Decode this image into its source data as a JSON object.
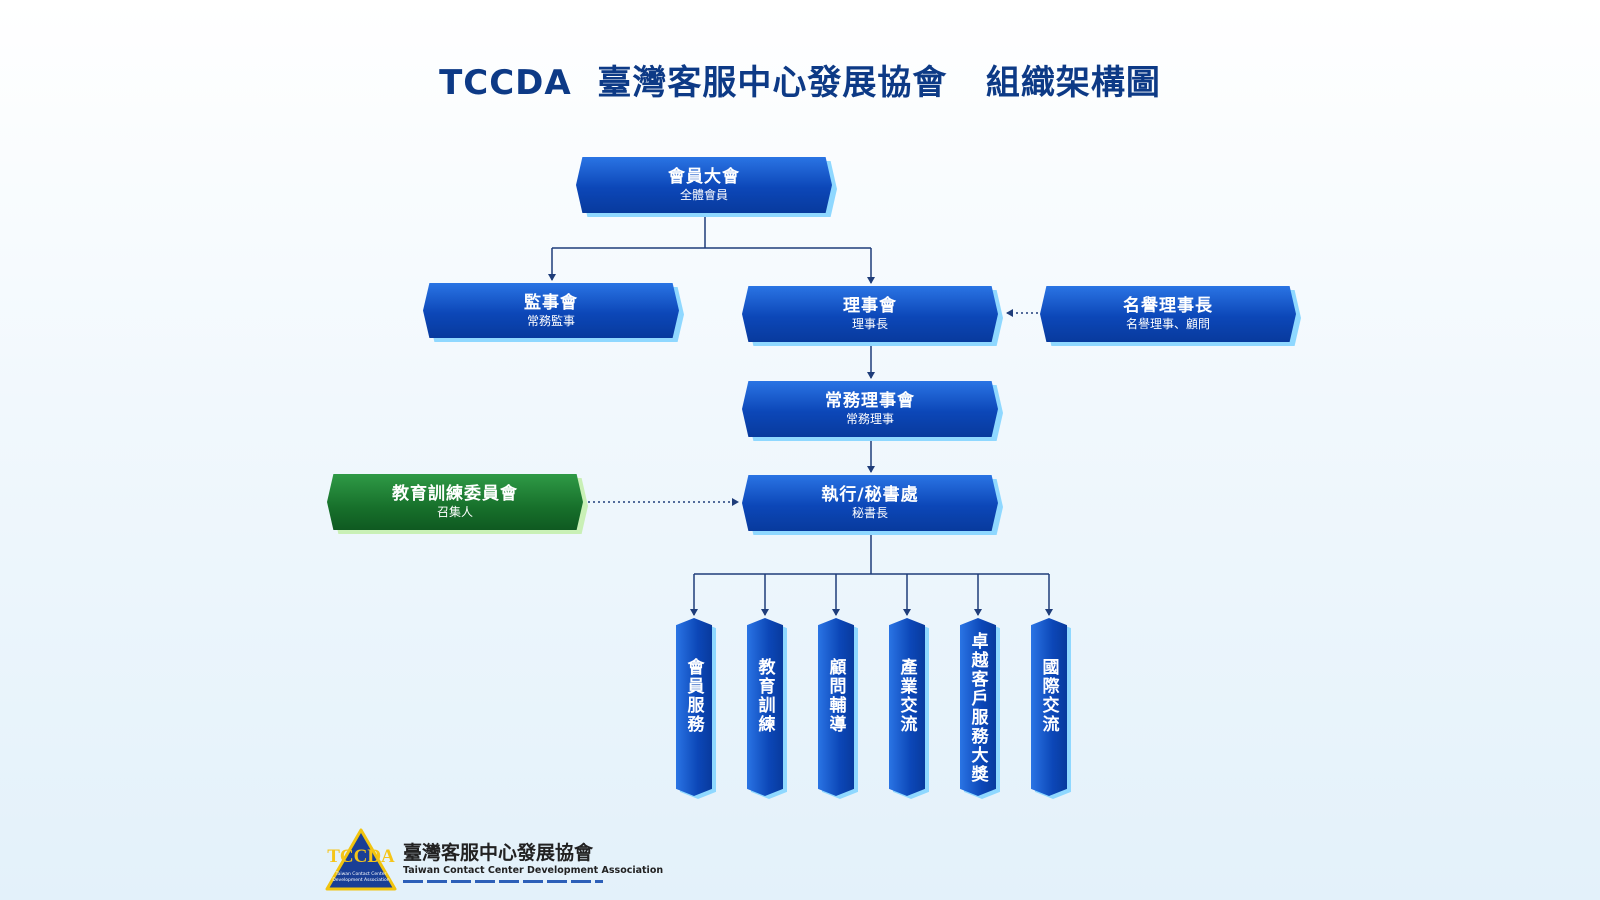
{
  "title": "TCCDA  臺灣客服中心發展協會   組織架構圖",
  "nodes": {
    "general_assembly": {
      "main": "會員大會",
      "sub": "全體會員"
    },
    "supervisors": {
      "main": "監事會",
      "sub": "常務監事"
    },
    "directors": {
      "main": "理事會",
      "sub": "理事長"
    },
    "honorary": {
      "main": "名譽理事長",
      "sub": "名譽理事、顧問"
    },
    "standing_directors": {
      "main": "常務理事會",
      "sub": "常務理事"
    },
    "education_committee": {
      "main": "教育訓練委員會",
      "sub": "召集人"
    },
    "secretariat": {
      "main": "執行/秘書處",
      "sub": "秘書長"
    }
  },
  "departments": [
    "會員服務",
    "教育訓練",
    "顧問輔導",
    "產業交流",
    "卓越客戶服務大獎",
    "國際交流"
  ],
  "colors": {
    "title": "#0d3a86",
    "node_blue": "#0c47b8",
    "node_green": "#17702b",
    "line": "#1f3d7a"
  },
  "logo": {
    "mark_text": "TCCDA",
    "mark_subtext": [
      "Taiwan Contact Center",
      "Development Association"
    ],
    "name_cn": "臺灣客服中心發展協會",
    "name_en": "Taiwan Contact Center Development Association"
  }
}
